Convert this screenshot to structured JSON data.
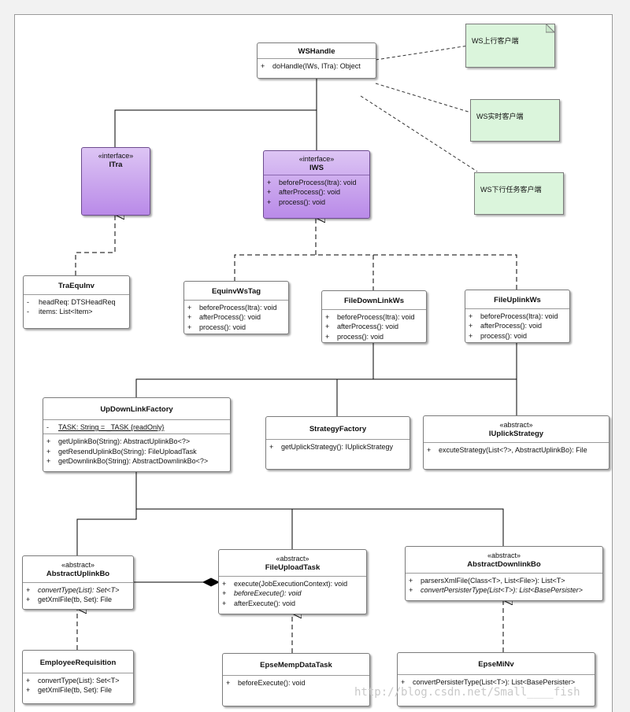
{
  "classes": {
    "wshandle": {
      "name": "WSHandle",
      "members": [
        {
          "vis": "+",
          "text": "doHandle(IWs, ITra): Object"
        }
      ]
    },
    "itra": {
      "stereotype": "«interface»",
      "name": "ITra"
    },
    "iws": {
      "stereotype": "«interface»",
      "name": "IWS",
      "members": [
        {
          "vis": "+",
          "text": "beforeProcess(Itra): void"
        },
        {
          "vis": "+",
          "text": "afterProcess(): void"
        },
        {
          "vis": "+",
          "text": "process(): void"
        }
      ]
    },
    "traequinv": {
      "name": "TraEquInv",
      "attributes": [
        {
          "vis": "-",
          "text": "headReq: DTSHeadReq"
        },
        {
          "vis": "-",
          "text": "items: List<Item>"
        }
      ]
    },
    "equinvwstag": {
      "name": "EquinvWsTag",
      "members": [
        {
          "vis": "+",
          "text": "beforeProcess(Itra): void"
        },
        {
          "vis": "+",
          "text": "afterProcess(): void"
        },
        {
          "vis": "+",
          "text": "process(): void"
        }
      ]
    },
    "filedownlinkws": {
      "name": "FileDownLinkWs",
      "members": [
        {
          "vis": "+",
          "text": "beforeProcess(Itra): void"
        },
        {
          "vis": "+",
          "text": "afterProcess(): void"
        },
        {
          "vis": "+",
          "text": "process(): void"
        }
      ]
    },
    "fileuplinkws": {
      "name": "FileUplinkWs",
      "members": [
        {
          "vis": "+",
          "text": "beforeProcess(Itra): void"
        },
        {
          "vis": "+",
          "text": "afterProcess(): void"
        },
        {
          "vis": "+",
          "text": "process(): void"
        }
      ]
    },
    "updownlinkfactory": {
      "name": "UpDownLinkFactory",
      "attributes": [
        {
          "vis": "-",
          "text": "TASK: String = _TASK {readOnly}"
        }
      ],
      "members": [
        {
          "vis": "+",
          "text": "getUplinkBo(String): AbstractUplinkBo<?>"
        },
        {
          "vis": "+",
          "text": "getResendUplinkBo(String): FileUploadTask"
        },
        {
          "vis": "+",
          "text": "getDownlinkBo(String): AbstractDownlinkBo<?>"
        }
      ]
    },
    "strategyfactory": {
      "name": "StrategyFactory",
      "members": [
        {
          "vis": "+",
          "text": "getUplickStrategy(): IUplickStrategy"
        }
      ]
    },
    "iuplickstrategy": {
      "stereotype": "«abstract»",
      "name": "IUplickStrategy",
      "members": [
        {
          "vis": "+",
          "text": "excuteStrategy(List<?>, AbstractUplinkBo): File"
        }
      ]
    },
    "abstractuplinkbo": {
      "stereotype": "«abstract»",
      "name": "AbstractUplinkBo",
      "members": [
        {
          "vis": "+",
          "text": "convertType(List): Set<T>"
        },
        {
          "vis": "+",
          "text": "getXmlFile(tb, Set): File"
        }
      ]
    },
    "fileuploadtask": {
      "stereotype": "«abstract»",
      "name": "FileUploadTask",
      "members": [
        {
          "vis": "+",
          "text": "execute(JobExecutionContext): void"
        },
        {
          "vis": "+",
          "text": "beforeExecute(): void"
        },
        {
          "vis": "+",
          "text": "afterExecute(): void"
        }
      ]
    },
    "abstractdownlinkbo": {
      "stereotype": "«abstract»",
      "name": "AbstractDownlinkBo",
      "members": [
        {
          "vis": "+",
          "text": "parsersXmlFile(Class<T>, List<File>): List<T>"
        },
        {
          "vis": "+",
          "text": "convertPersisterType(List<T>): List<BasePersister>"
        }
      ]
    },
    "employeerequisition": {
      "name": "EmployeeRequisition",
      "members": [
        {
          "vis": "+",
          "text": "convertType(List): Set<T>"
        },
        {
          "vis": "+",
          "text": "getXmlFile(tb, Set): File"
        }
      ]
    },
    "epsemempdatatask": {
      "name": "EpseMempDataTask",
      "members": [
        {
          "vis": "+",
          "text": "beforeExecute(): void"
        }
      ]
    },
    "epseminv": {
      "name": "EpseMiNv",
      "members": [
        {
          "vis": "+",
          "text": "convertPersisterType(List<T>): List<BasePersister>"
        }
      ]
    }
  },
  "notes": {
    "uplink_client": "WS上行客户端",
    "realtime_client": "WS实时客户端",
    "downlink_task_client": "WS下行任务客户端"
  },
  "watermark": "http://blog.csdn.net/Small____fish",
  "colors": {
    "interface_fill": "#c9a2ef",
    "note_fill": "#dbf5dc",
    "line": "#000000"
  }
}
